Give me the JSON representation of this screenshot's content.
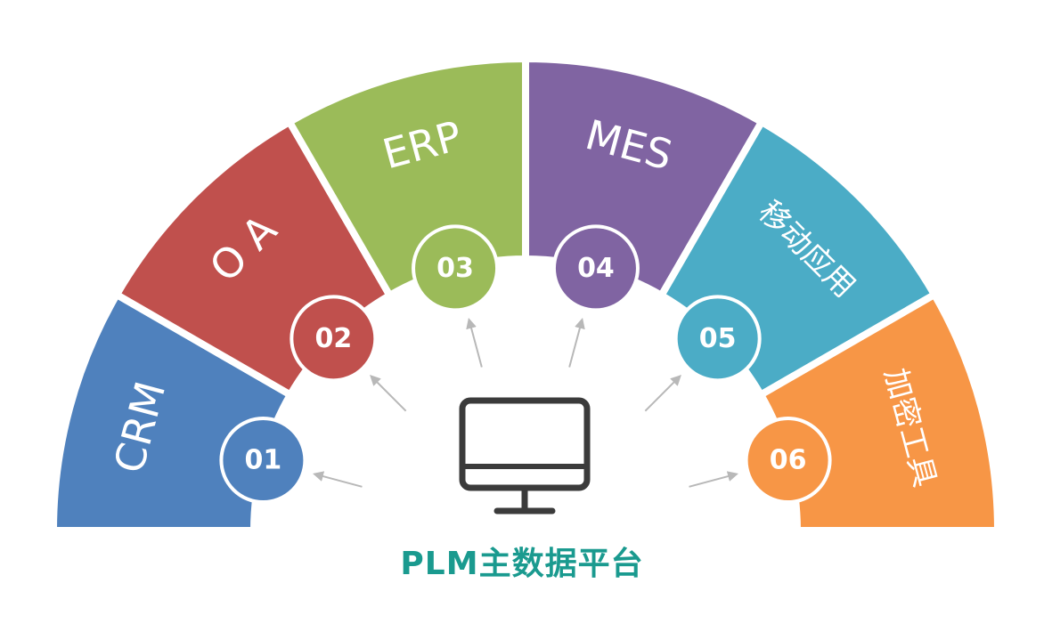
{
  "diagram": {
    "platform_label": "PLM主数据平台",
    "platform_icon": "monitor-icon",
    "colors": {
      "platform_text": "#1a9a8f",
      "icon_stroke": "#3b3b3b",
      "arrow": "#b8b8b8",
      "separator": "#ffffff"
    },
    "segments": [
      {
        "number": "01",
        "label": "CRM",
        "color": "#4f81bd"
      },
      {
        "number": "02",
        "label": "O A",
        "color": "#c0504d"
      },
      {
        "number": "03",
        "label": "ERP",
        "color": "#9bbb59"
      },
      {
        "number": "04",
        "label": "MES",
        "color": "#8064a2"
      },
      {
        "number": "05",
        "label": "移动应用",
        "color": "#4bacc6"
      },
      {
        "number": "06",
        "label": "加密工具",
        "color": "#f79646"
      }
    ]
  }
}
